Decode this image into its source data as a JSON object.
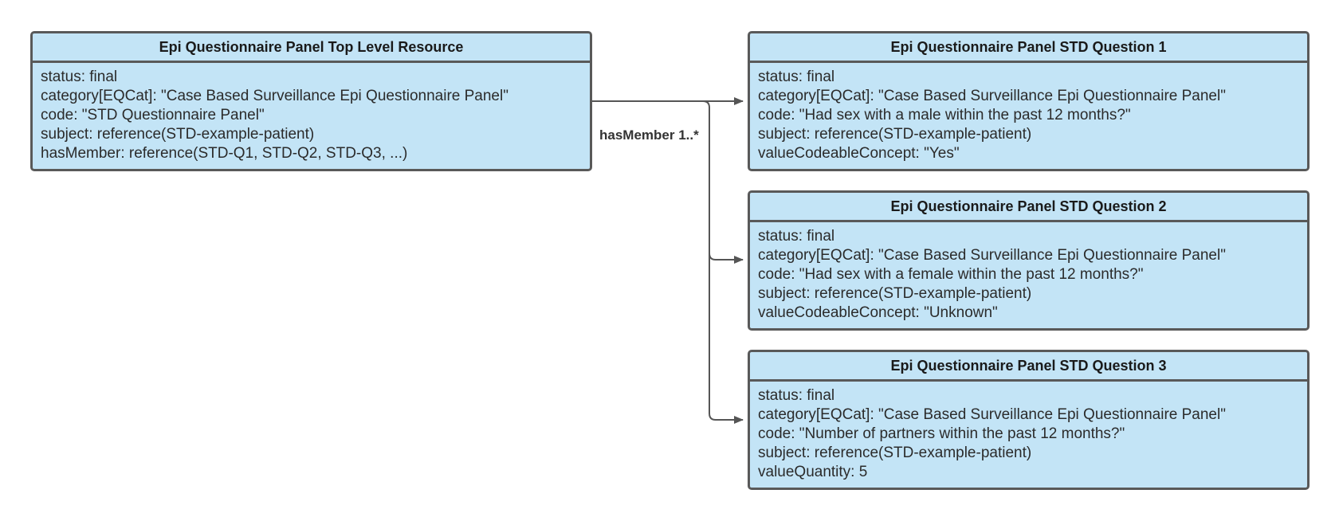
{
  "top_resource": {
    "title": "Epi Questionnaire Panel Top Level Resource",
    "attributes": [
      "status: final",
      "category[EQCat]: \"Case Based Surveillance Epi Questionnaire Panel\"",
      "code: \"STD Questionnaire Panel\"",
      "subject: reference(STD-example-patient)",
      "hasMember: reference(STD-Q1, STD-Q2, STD-Q3, ...)"
    ]
  },
  "questions": [
    {
      "title": "Epi Questionnaire Panel STD Question 1",
      "attributes": [
        "status: final",
        "category[EQCat]: \"Case Based Surveillance Epi Questionnaire Panel\"",
        "code: \"Had sex with a male within the past 12 months?\"",
        "subject: reference(STD-example-patient)",
        "valueCodeableConcept: \"Yes\""
      ]
    },
    {
      "title": "Epi Questionnaire Panel STD Question 2",
      "attributes": [
        "status: final",
        "category[EQCat]: \"Case Based Surveillance Epi Questionnaire Panel\"",
        "code: \"Had sex with a female within the past 12 months?\"",
        "subject: reference(STD-example-patient)",
        "valueCodeableConcept: \"Unknown\""
      ]
    },
    {
      "title": "Epi Questionnaire Panel STD Question 3",
      "attributes": [
        "status: final",
        "category[EQCat]: \"Case Based Surveillance Epi Questionnaire Panel\"",
        "code: \"Number of partners within the past 12 months?\"",
        "subject: reference(STD-example-patient)",
        "valueQuantity: 5"
      ]
    }
  ],
  "relationship": {
    "label": "hasMember 1..*"
  },
  "colors": {
    "box_fill": "#c3e4f6",
    "border": "#595959",
    "connector": "#555555"
  }
}
